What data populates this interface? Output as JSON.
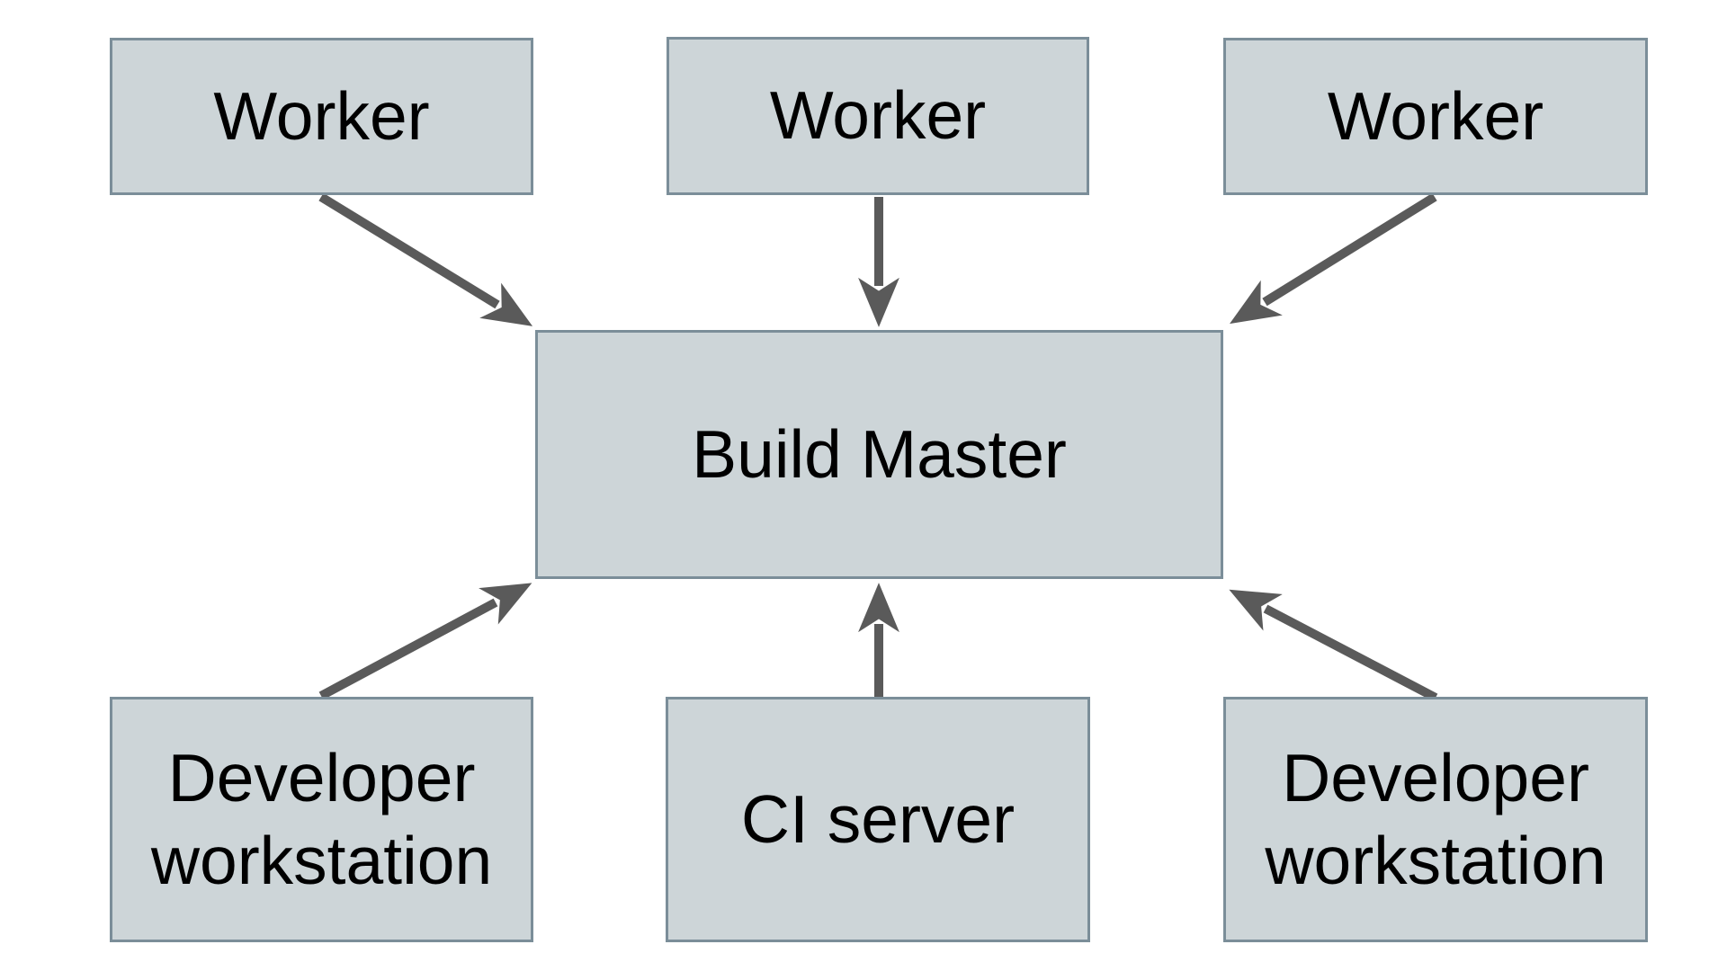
{
  "colors": {
    "background": "#ffffff",
    "node_fill": "#cdd5d8",
    "node_border": "#7b8e99",
    "arrow": "#5a5a5a",
    "text": "#000000"
  },
  "nodes": {
    "worker_left": {
      "label": "Worker"
    },
    "worker_center": {
      "label": "Worker"
    },
    "worker_right": {
      "label": "Worker"
    },
    "build_master": {
      "label": "Build Master"
    },
    "dev_left": {
      "label": "Developer workstation"
    },
    "ci_server": {
      "label": "CI server"
    },
    "dev_right": {
      "label": "Developer workstation"
    }
  },
  "edges": [
    {
      "from": "worker_left",
      "to": "build_master"
    },
    {
      "from": "worker_center",
      "to": "build_master"
    },
    {
      "from": "worker_right",
      "to": "build_master"
    },
    {
      "from": "dev_left",
      "to": "build_master"
    },
    {
      "from": "ci_server",
      "to": "build_master"
    },
    {
      "from": "dev_right",
      "to": "build_master"
    }
  ]
}
